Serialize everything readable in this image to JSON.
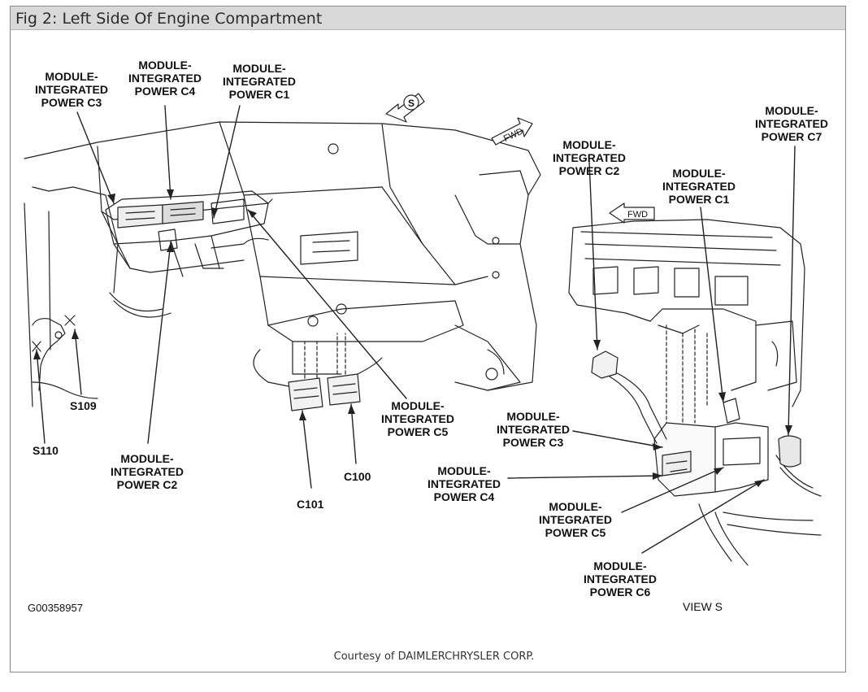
{
  "figure": {
    "title": "Fig 2: Left Side Of Engine Compartment",
    "credit": "Courtesy of DAIMLERCHRYSLER CORP.",
    "figure_id": "G00358957",
    "view_label": "VIEW S"
  },
  "labels": {
    "c3_top": "MODULE-\nINTEGRATED\nPOWER C3",
    "c4_top": "MODULE-\nINTEGRATED\nPOWER C4",
    "c1_top": "MODULE-\nINTEGRATED\nPOWER C1",
    "c2_left": "MODULE-\nINTEGRATED\nPOWER C2",
    "c5_mid": "MODULE-\nINTEGRATED\nPOWER C5",
    "s109": "S109",
    "s110": "S110",
    "c101": "C101",
    "c100": "C100",
    "c2_right": "MODULE-\nINTEGRATED\nPOWER C2",
    "c1_right": "MODULE-\nINTEGRATED\nPOWER C1",
    "c7_right": "MODULE-\nINTEGRATED\nPOWER C7",
    "c3_right": "MODULE-\nINTEGRATED\nPOWER C3",
    "c4_right": "MODULE-\nINTEGRATED\nPOWER C4",
    "c5_right": "MODULE-\nINTEGRATED\nPOWER C5",
    "c6_right": "MODULE-\nINTEGRATED\nPOWER C6"
  },
  "markers": {
    "view_s": "S",
    "fwd_top": "FWD",
    "fwd_right": "FWD"
  }
}
